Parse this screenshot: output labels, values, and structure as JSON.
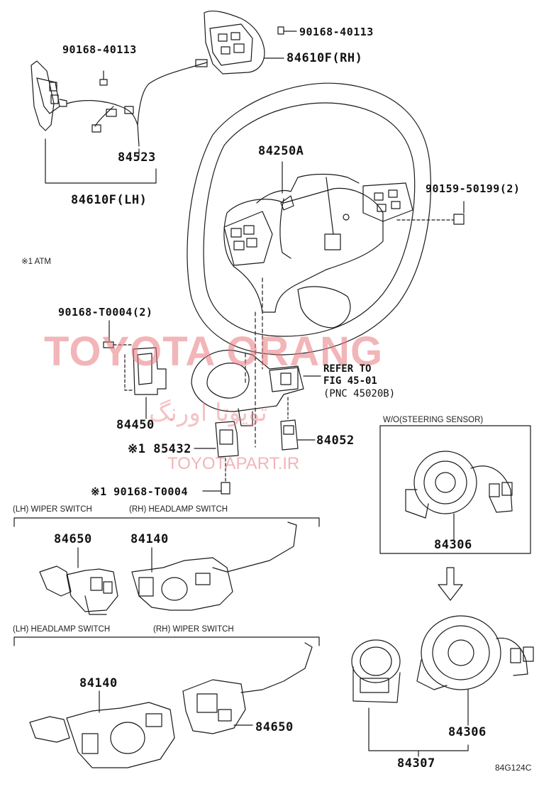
{
  "labels": {
    "bolt_top_right": "90168-40113",
    "switch_rh": "84610F(RH)",
    "bolt_top_left": "90168-40113",
    "harness": "84523",
    "switch_lh": "84610F(LH)",
    "wheel_pad": "84250A",
    "bolt_wheel": "90159-50199(2)",
    "note_atm": "※1 ATM",
    "bolt_clamp": "90168-T0004(2)",
    "column_switch": "84450",
    "refer_line1": "REFER TO",
    "refer_line2": "FIG 45-01",
    "refer_line3": "(PNC 45020B)",
    "part_85432": "※1 85432",
    "part_84052": "84052",
    "bolt_bottom": "※1 90168-T0004",
    "caption_lh_wiper": "(LH) WIPER SWITCH",
    "caption_rh_headlamp": "(RH) HEADLAMP SWITCH",
    "part_84650_a": "84650",
    "part_84140_a": "84140",
    "caption_lh_headlamp": "(LH) HEADLAMP SWITCH",
    "caption_rh_wiper": "(RH) WIPER SWITCH",
    "part_84140_b": "84140",
    "part_84650_b": "84650",
    "caption_wo_sensor": "W/O(STEERING SENSOR)",
    "part_84306_a": "84306",
    "part_84306_b": "84306",
    "part_84307": "84307",
    "figure_code": "84G124C"
  },
  "watermark": {
    "brand": "TOYOTA ORANG",
    "farsi": "تویوتا اورنگ",
    "site": "TOYOTAPART.IR"
  },
  "colors": {
    "line": "#1a1a1a",
    "watermark": "#e8787d"
  }
}
